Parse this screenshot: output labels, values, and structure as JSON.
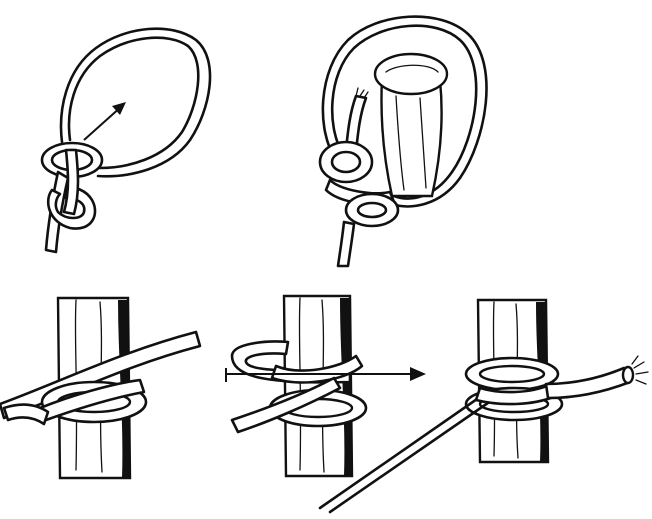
{
  "figure": {
    "panels": [
      {
        "id": "bowline-loop",
        "row": 1,
        "position": "left"
      },
      {
        "id": "bowline-around-post",
        "row": 1,
        "position": "right"
      },
      {
        "id": "clove-hitch-step-1",
        "row": 2,
        "position": "left"
      },
      {
        "id": "clove-hitch-step-2",
        "row": 2,
        "position": "middle"
      },
      {
        "id": "clove-hitch-step-3",
        "row": 2,
        "position": "right"
      }
    ],
    "colors": {
      "ink": "#111111",
      "background": "#ffffff"
    }
  }
}
